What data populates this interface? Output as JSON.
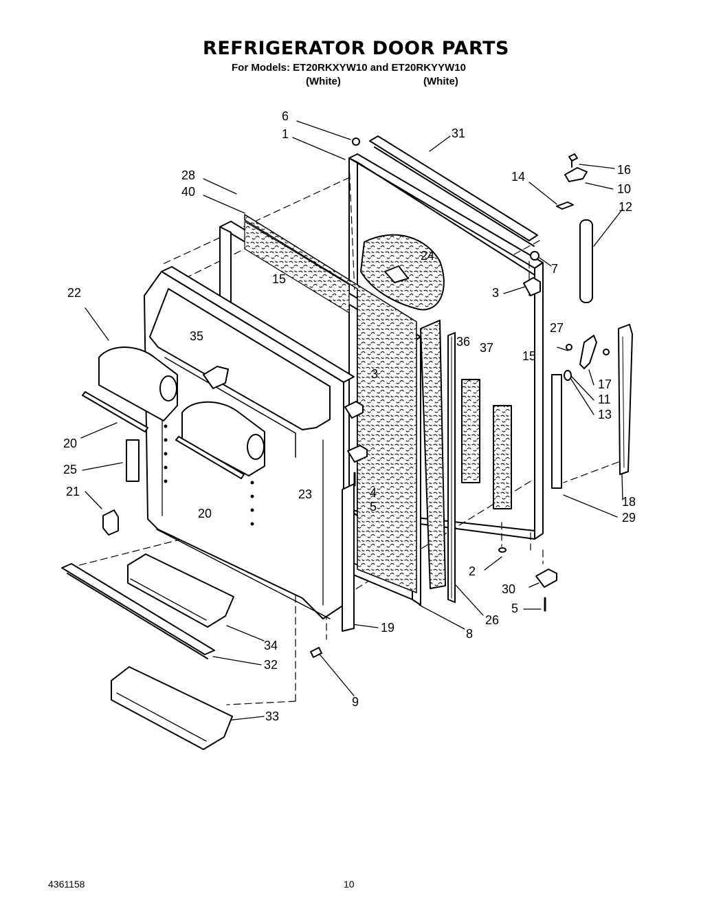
{
  "title": "REFRIGERATOR DOOR PARTS",
  "subtitle": "For Models: ET20RKXYW10 and ET20RKYYW10",
  "colors": [
    "(White)",
    "(White)"
  ],
  "callouts": [
    "6",
    "1",
    "31",
    "28",
    "40",
    "16",
    "14",
    "10",
    "12",
    "24",
    "7",
    "15",
    "3",
    "22",
    "35",
    "27",
    "36",
    "37",
    "15",
    "17",
    "3",
    "11",
    "13",
    "20",
    "25",
    "4",
    "23",
    "5",
    "21",
    "20",
    "18",
    "29",
    "2",
    "30",
    "26",
    "5",
    "19",
    "8",
    "34",
    "32",
    "9",
    "33"
  ],
  "footer": {
    "doc_number": "4361158",
    "page": "10"
  }
}
